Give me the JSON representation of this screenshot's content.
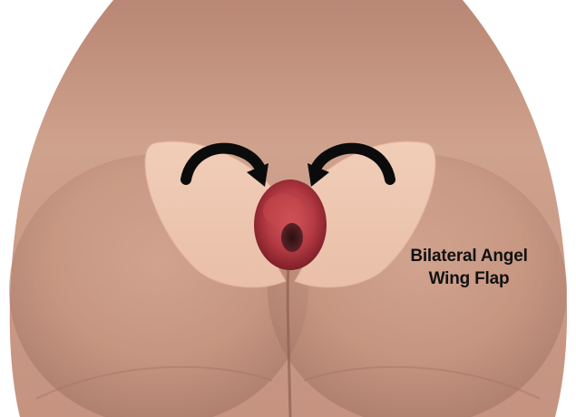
{
  "caption": {
    "line1": "Bilateral Angel",
    "line2": "Wing Flap"
  },
  "colors": {
    "skin": "#c99a84",
    "skin_shadow": "#9a6c58",
    "flap": "#f0cbb5",
    "wound": "#b53a43",
    "arrow": "#0b0b0b"
  },
  "icons": {
    "left_arrow": "curved-arrow-right",
    "right_arrow": "curved-arrow-left"
  }
}
